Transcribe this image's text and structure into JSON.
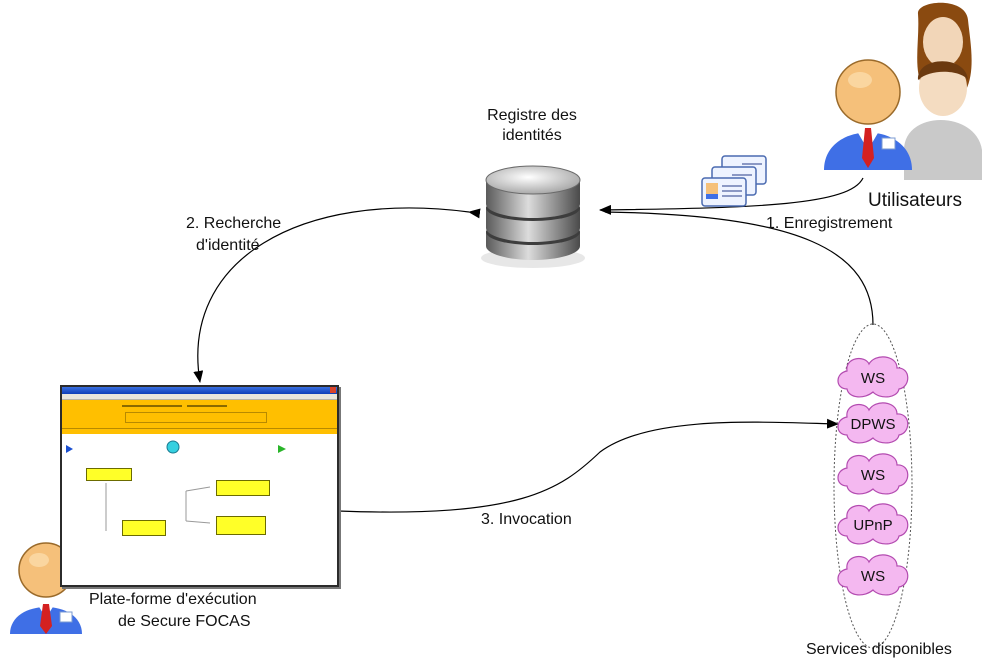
{
  "labels": {
    "registry": "Registre des identités",
    "users": "Utilisateurs",
    "step1": "1. Enregistrement",
    "step2_line1": "2. Recherche",
    "step2_line2": "d'identité",
    "step3": "3. Invocation",
    "platform_line1": "Plate-forme d'exécution",
    "platform_line2": "de Secure FOCAS",
    "services": "Services disponibles"
  },
  "services": [
    "WS",
    "DPWS",
    "WS",
    "UPnP",
    "WS"
  ],
  "icons": {
    "registry": "database-icon",
    "users": "users-group-icon",
    "cards": "id-cards-icon",
    "platform_user": "user-icon",
    "platform": "application-window"
  },
  "colors": {
    "cloud_fill": "#f4b8f0",
    "cloud_stroke": "#b34bb0",
    "window_banner": "#ffbf00",
    "workflow_node": "#ffff28"
  }
}
